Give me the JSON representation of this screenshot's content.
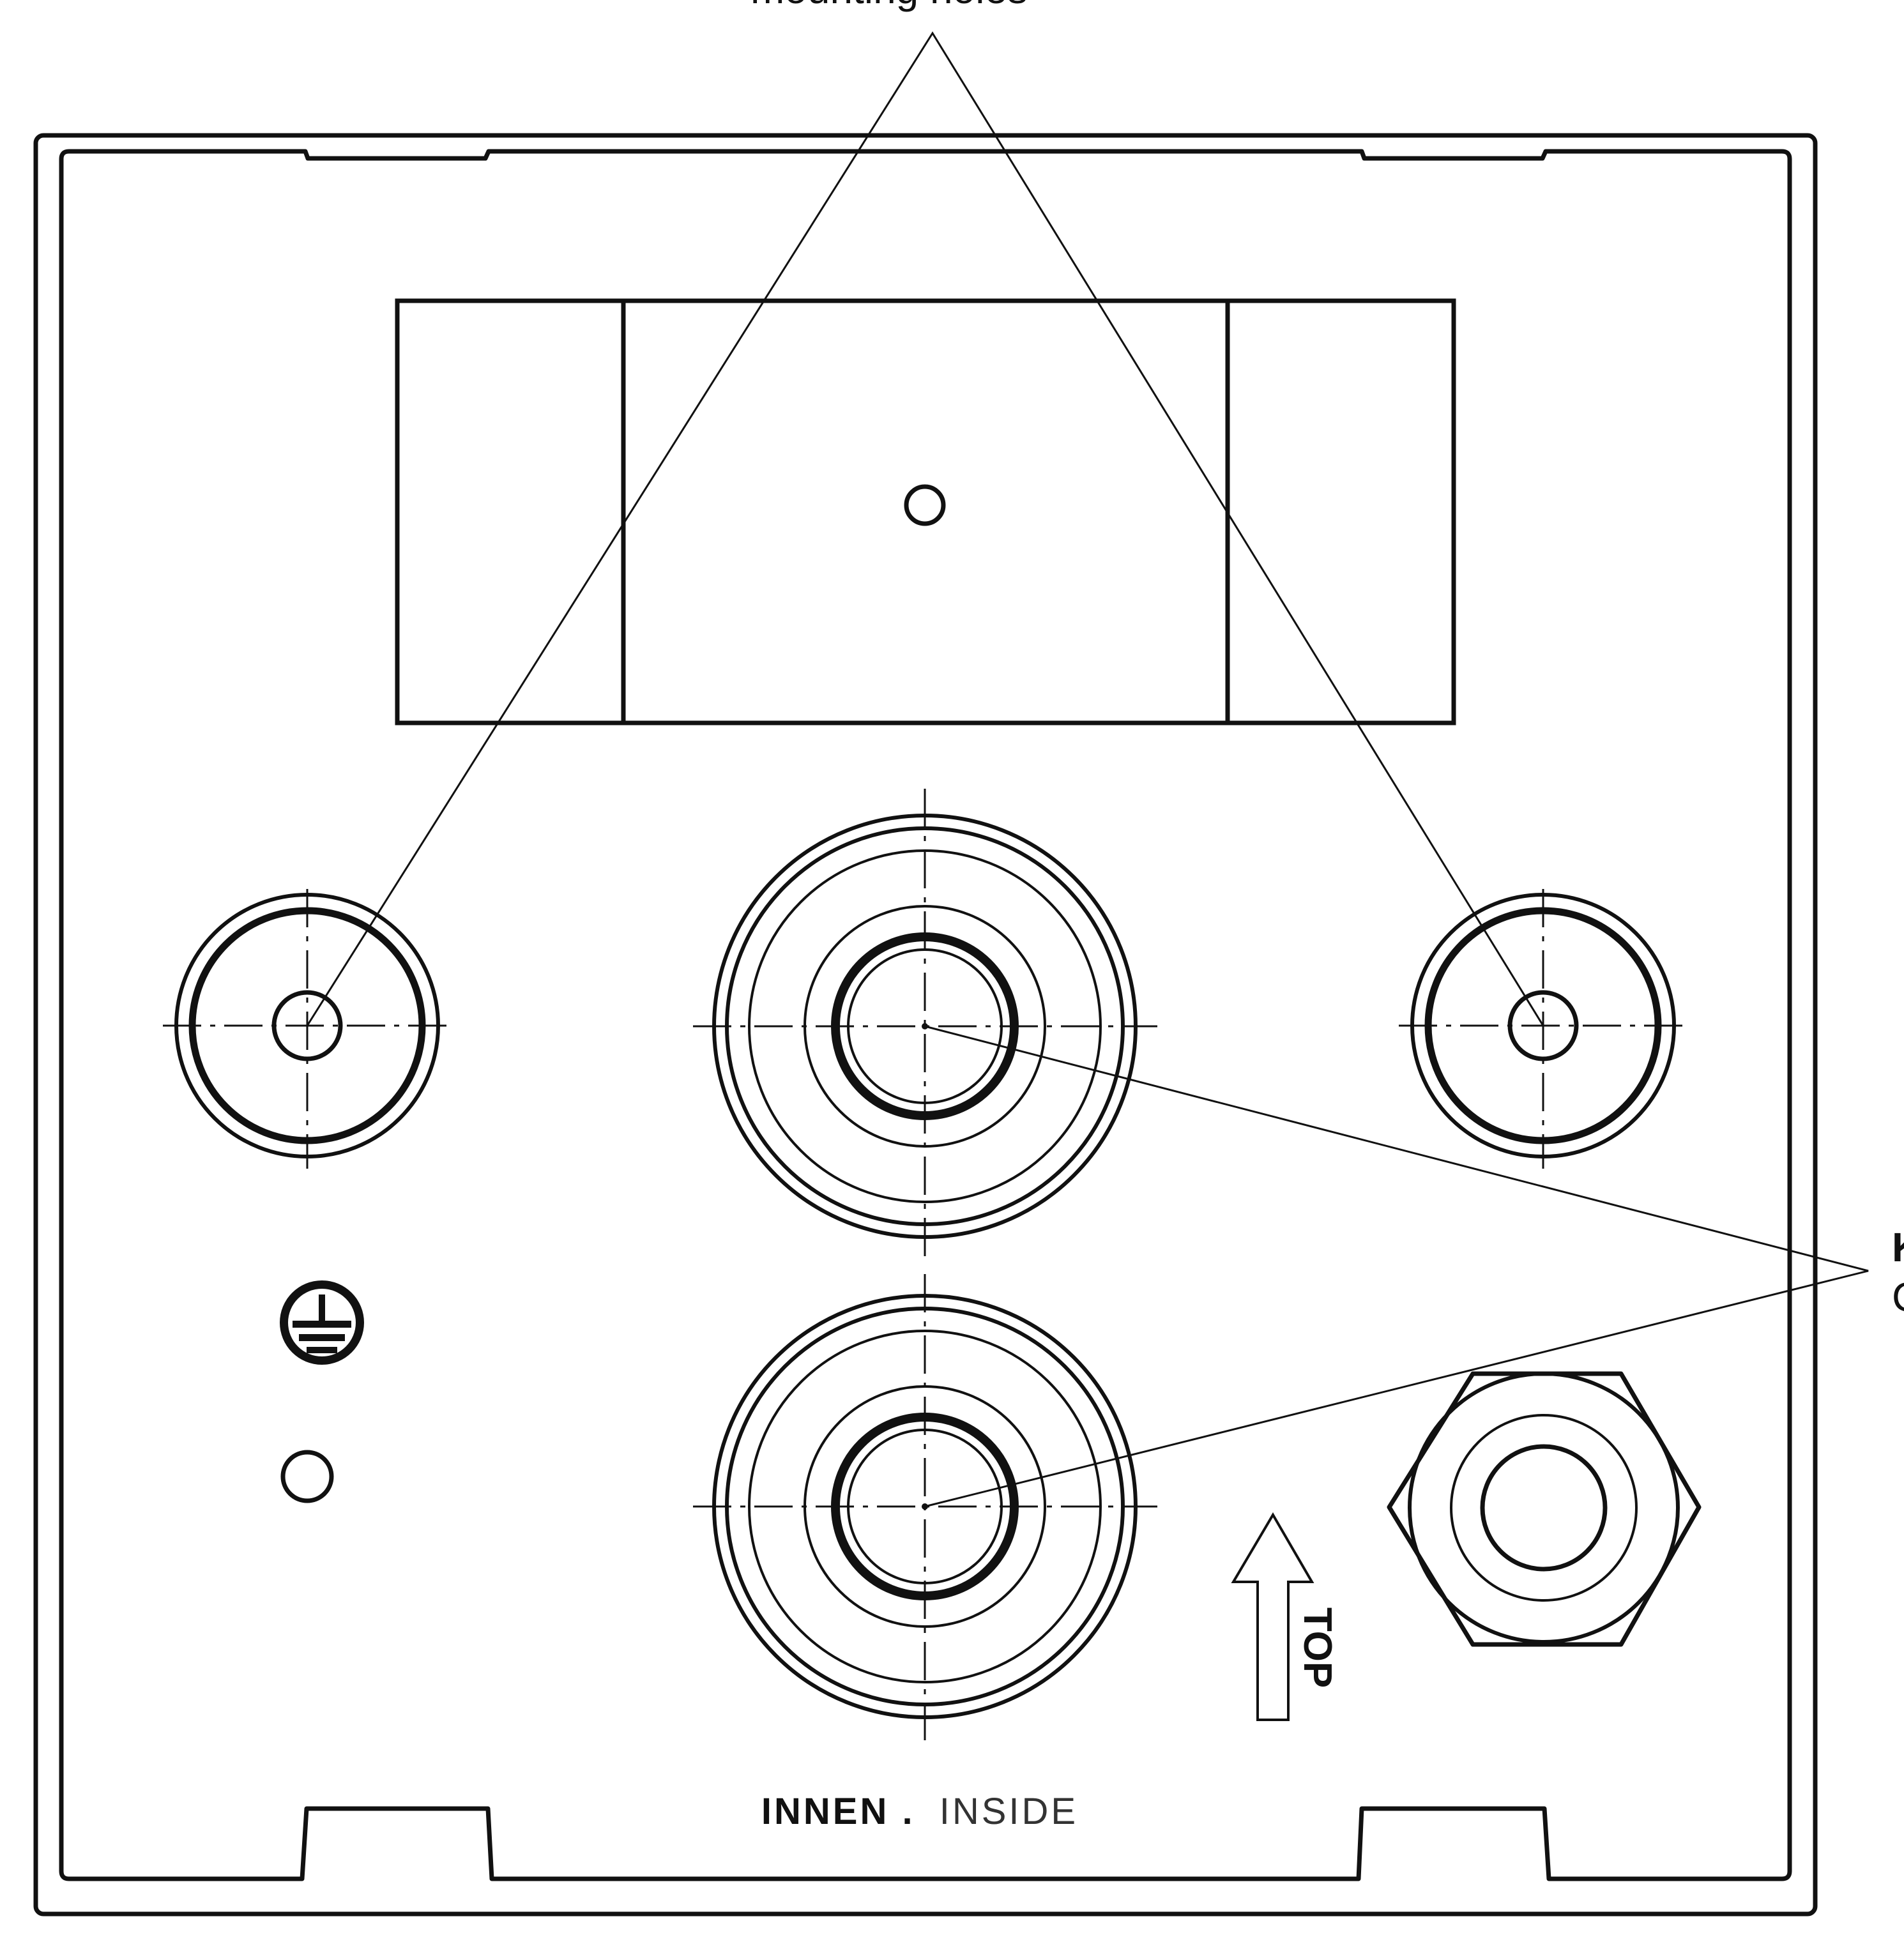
{
  "callouts": {
    "mounting_holes": "mounting holes",
    "right_label_bold": "K",
    "right_label_light": "C"
  },
  "labels": {
    "top": "TOP",
    "side_bold": "INNEN .",
    "side_light": "INSIDE"
  },
  "colors": {
    "line": "#111111",
    "background": "#ffffff"
  },
  "icons": {
    "ground": "protective-earth-symbol",
    "up_arrow": "arrow-up"
  }
}
